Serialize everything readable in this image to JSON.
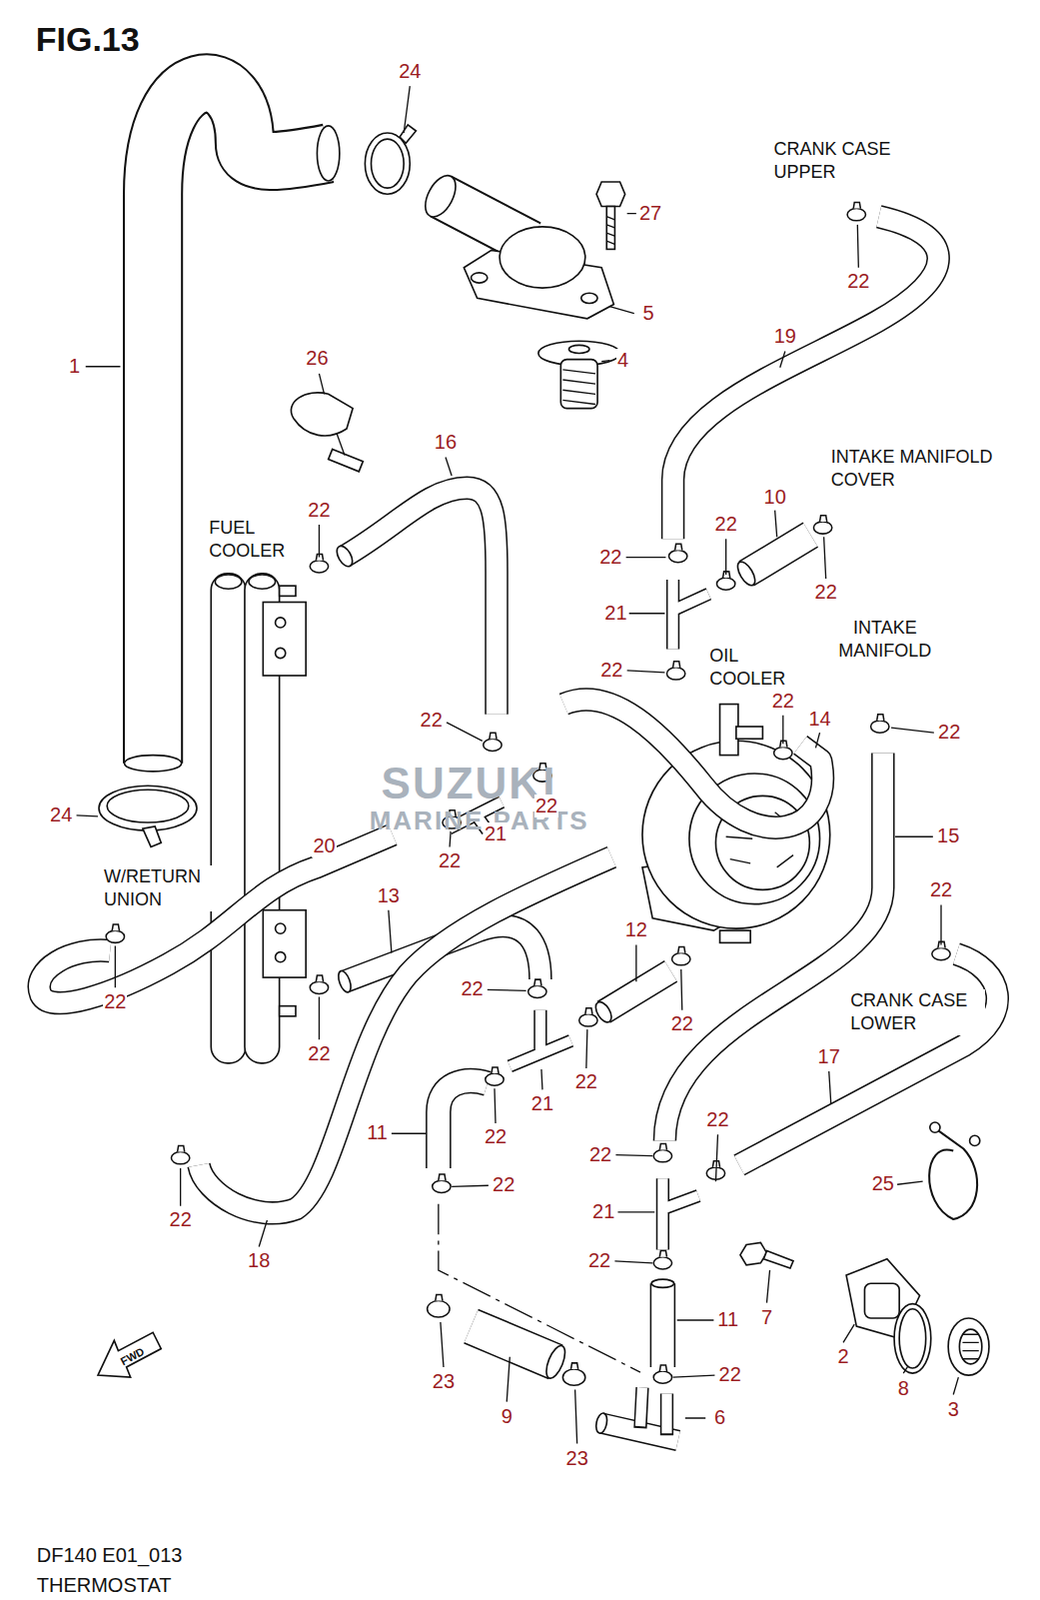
{
  "diagram": {
    "title": "FIG.13",
    "caption": "DF140 E01_013 THERMOSTAT",
    "labels": [
      "24",
      "27",
      "5",
      "CRANK CASE UPPER",
      "22",
      "4",
      "1",
      "26",
      "19",
      "16",
      "INTAKE MANIFOLD COVER",
      "FUEL COOLER",
      "22",
      "10",
      "22",
      "22",
      "22",
      "21",
      "INTAKE MANIFOLD",
      "22",
      "OIL COOLER",
      "22",
      "14",
      "22",
      "22",
      "SUZUKI",
      "MARINE PARTS",
      "22",
      "21",
      "22",
      "20",
      "24",
      "W/RETURN UNION",
      "15",
      "13",
      "22",
      "12",
      "CRANK CASE LOWER",
      "22",
      "22",
      "22",
      "22",
      "17",
      "22",
      "21",
      "22",
      "11",
      "22",
      "22",
      "25",
      "22",
      "21",
      "22",
      "18",
      "22",
      "7",
      "11",
      "FWD",
      "2",
      "22",
      "23",
      "8",
      "3",
      "9",
      "6",
      "23"
    ]
  }
}
